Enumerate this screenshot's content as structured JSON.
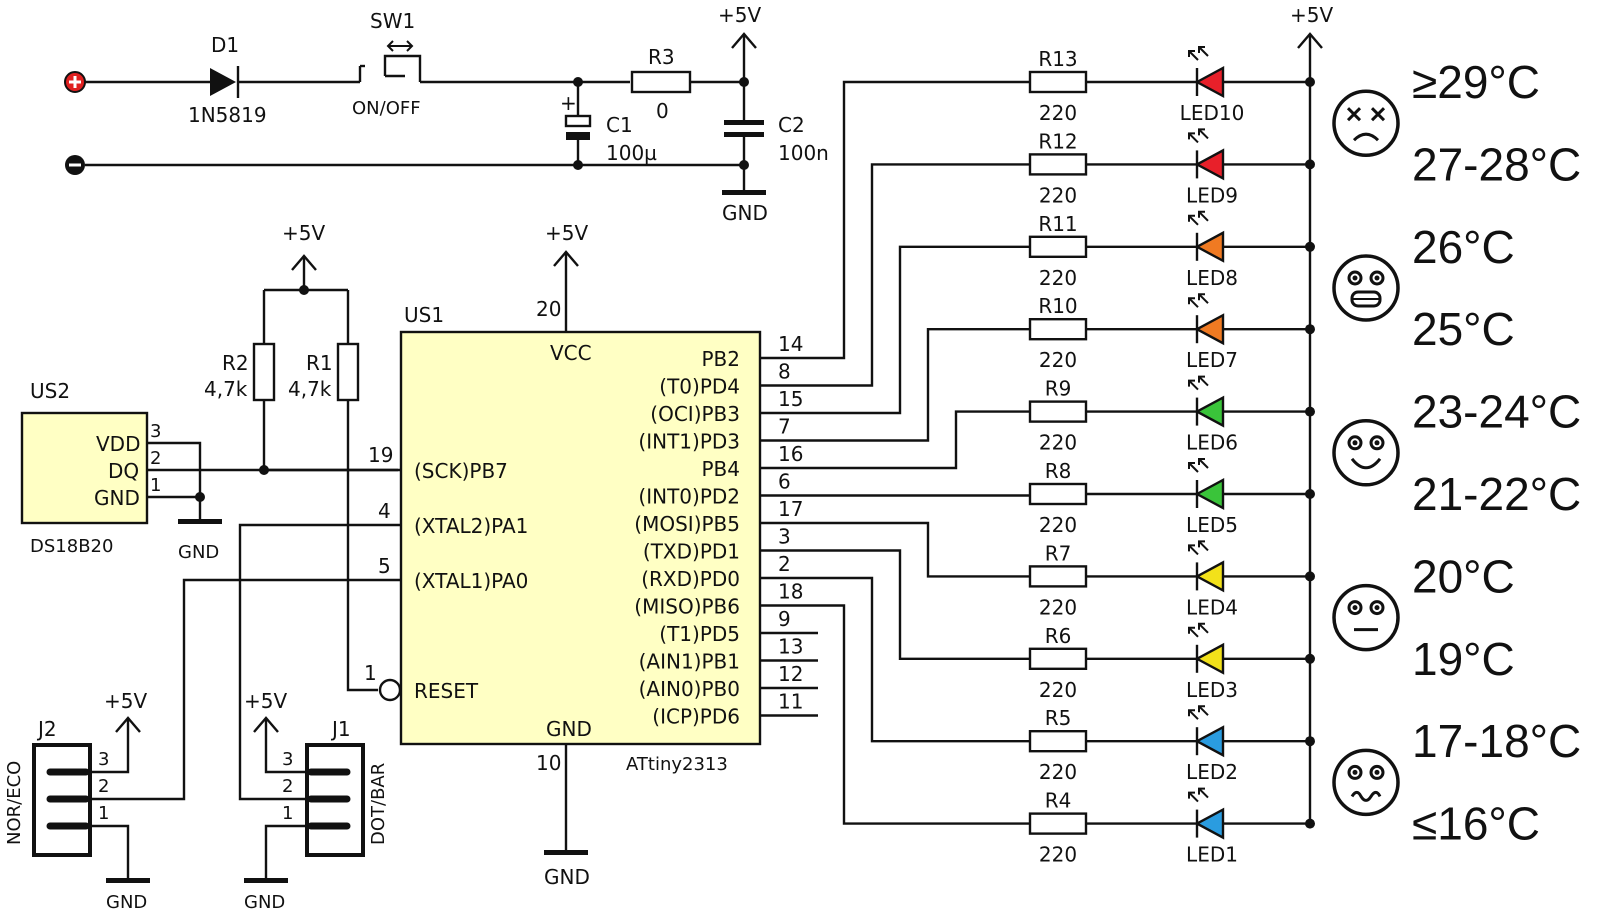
{
  "power": {
    "supply_plus": "+",
    "supply_minus": "−",
    "diode": {
      "ref": "D1",
      "part": "1N5819"
    },
    "switch": {
      "ref": "SW1",
      "label": "ON/OFF"
    },
    "r3": {
      "ref": "R3",
      "value": "0"
    },
    "c1": {
      "ref": "C1",
      "value": "100µ",
      "polarity": "+"
    },
    "c2": {
      "ref": "C2",
      "value": "100n"
    },
    "vcc_top": "+5V",
    "gnd_top": "GND"
  },
  "sensor": {
    "ref": "US2",
    "part": "DS18B20",
    "pins": [
      {
        "name": "VDD",
        "num": "3"
      },
      {
        "name": "DQ",
        "num": "2"
      },
      {
        "name": "GND",
        "num": "1"
      }
    ],
    "gnd": "GND"
  },
  "pullups": {
    "vcc": "+5V",
    "r2": {
      "ref": "R2",
      "value": "4,7k"
    },
    "r1": {
      "ref": "R1",
      "value": "4,7k"
    }
  },
  "mcu": {
    "ref": "US1",
    "part": "ATtiny2313",
    "vcc_label": "VCC",
    "vcc_pin": "20",
    "vcc_rail": "+5V",
    "gnd_label": "GND",
    "gnd_pin": "10",
    "gnd_rail": "GND",
    "left_pins": [
      {
        "name": "(SCK)PB7",
        "num": "19"
      },
      {
        "name": "(XTAL2)PA1",
        "num": "4"
      },
      {
        "name": "(XTAL1)PA0",
        "num": "5"
      },
      {
        "name": "RESET",
        "num": "1"
      }
    ],
    "right_pins": [
      {
        "name": "PB2",
        "num": "14"
      },
      {
        "name": "(T0)PD4",
        "num": "8"
      },
      {
        "name": "(OCI)PB3",
        "num": "15"
      },
      {
        "name": "(INT1)PD3",
        "num": "7"
      },
      {
        "name": "PB4",
        "num": "16"
      },
      {
        "name": "(INT0)PD2",
        "num": "6"
      },
      {
        "name": "(MOSI)PB5",
        "num": "17"
      },
      {
        "name": "(TXD)PD1",
        "num": "3"
      },
      {
        "name": "(RXD)PD0",
        "num": "2"
      },
      {
        "name": "(MISO)PB6",
        "num": "18"
      },
      {
        "name": "(T1)PD5",
        "num": "9"
      },
      {
        "name": "(AIN1)PB1",
        "num": "13"
      },
      {
        "name": "(AIN0)PB0",
        "num": "12"
      },
      {
        "name": "(ICP)PD6",
        "num": "11"
      }
    ]
  },
  "jumpers": {
    "j2": {
      "ref": "J2",
      "label": "NOR/ECO",
      "pins": [
        "3",
        "2",
        "1"
      ],
      "vcc": "+5V",
      "gnd": "GND"
    },
    "j1": {
      "ref": "J1",
      "label": "DOT/BAR",
      "pins": [
        "3",
        "2",
        "1"
      ],
      "vcc": "+5V",
      "gnd": "GND"
    }
  },
  "led_rail": "+5V",
  "leds": [
    {
      "resistor": "R13",
      "value": "220",
      "led": "LED10",
      "color": "#e8202a",
      "temp": "≥29°C",
      "face": "dead-face-icon"
    },
    {
      "resistor": "R12",
      "value": "220",
      "led": "LED9",
      "color": "#e8202a",
      "temp": "27-28°C",
      "face": ""
    },
    {
      "resistor": "R11",
      "value": "220",
      "led": "LED8",
      "color": "#f07a22",
      "temp": "26°C",
      "face": "grimace-face-icon"
    },
    {
      "resistor": "R10",
      "value": "220",
      "led": "LED7",
      "color": "#f07a22",
      "temp": "25°C",
      "face": ""
    },
    {
      "resistor": "R9",
      "value": "220",
      "led": "LED6",
      "color": "#3ac43a",
      "temp": "23-24°C",
      "face": "smile-face-icon"
    },
    {
      "resistor": "R8",
      "value": "220",
      "led": "LED5",
      "color": "#3ac43a",
      "temp": "21-22°C",
      "face": ""
    },
    {
      "resistor": "R7",
      "value": "220",
      "led": "LED4",
      "color": "#f2e11a",
      "temp": "20°C",
      "face": "neutral-face-icon"
    },
    {
      "resistor": "R6",
      "value": "220",
      "led": "LED3",
      "color": "#f2e11a",
      "temp": "19°C",
      "face": ""
    },
    {
      "resistor": "R5",
      "value": "220",
      "led": "LED2",
      "color": "#2a9ce0",
      "temp": "17-18°C",
      "face": "worried-face-icon"
    },
    {
      "resistor": "R4",
      "value": "220",
      "led": "LED1",
      "color": "#2a9ce0",
      "temp": "≤16°C",
      "face": ""
    }
  ],
  "colors": {
    "ic_fill": "#ffffc4",
    "supply_plus": "#e02020",
    "line": "#111111"
  }
}
